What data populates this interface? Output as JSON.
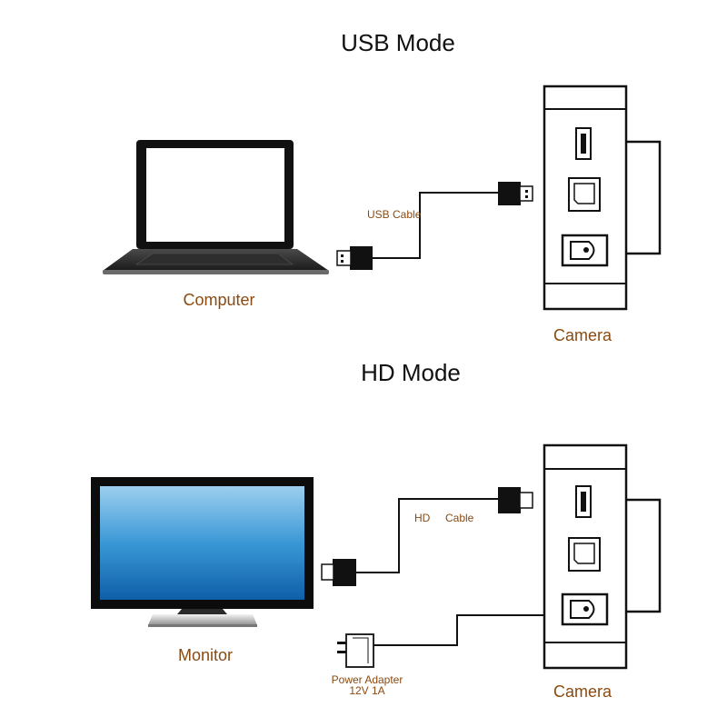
{
  "usb_section": {
    "title": "USB Mode",
    "computer_label": "Computer",
    "cable_label": "USB Cable",
    "camera_label": "Camera"
  },
  "hd_section": {
    "title": "HD  Mode",
    "monitor_label": "Monitor",
    "cable_label_hd": "HD",
    "cable_label_cable": "Cable",
    "power_label_line1": "Power Adapter",
    "power_label_line2": "12V 1A",
    "camera_label": "Camera"
  },
  "colors": {
    "label_brown": "#8a4a12",
    "screen_blue": "#2f8fd0",
    "line_black": "#111111"
  }
}
